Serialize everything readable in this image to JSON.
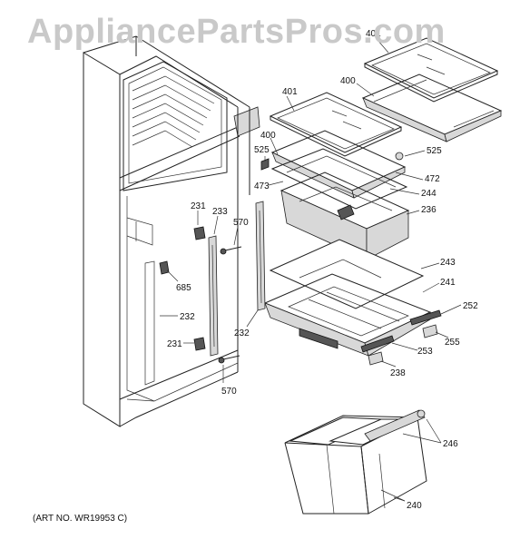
{
  "watermark": "AppliancePartsPros.com",
  "art_number": "(ART NO. WR19953  C)",
  "callouts": [
    {
      "id": "401-top",
      "label": "401"
    },
    {
      "id": "400-top",
      "label": "400"
    },
    {
      "id": "401-mid",
      "label": "401"
    },
    {
      "id": "400-mid",
      "label": "400"
    },
    {
      "id": "525-left",
      "label": "525"
    },
    {
      "id": "525-right",
      "label": "525"
    },
    {
      "id": "472",
      "label": "472"
    },
    {
      "id": "473",
      "label": "473"
    },
    {
      "id": "244",
      "label": "244"
    },
    {
      "id": "236",
      "label": "236"
    },
    {
      "id": "231-top",
      "label": "231"
    },
    {
      "id": "233",
      "label": "233"
    },
    {
      "id": "570-top",
      "label": "570"
    },
    {
      "id": "685",
      "label": "685"
    },
    {
      "id": "232-left",
      "label": "232"
    },
    {
      "id": "232-mid",
      "label": "232"
    },
    {
      "id": "231-bottom",
      "label": "231"
    },
    {
      "id": "570-bottom",
      "label": "570"
    },
    {
      "id": "243",
      "label": "243"
    },
    {
      "id": "241",
      "label": "241"
    },
    {
      "id": "252",
      "label": "252"
    },
    {
      "id": "255",
      "label": "255"
    },
    {
      "id": "253",
      "label": "253"
    },
    {
      "id": "238",
      "label": "238"
    },
    {
      "id": "246",
      "label": "246"
    },
    {
      "id": "240",
      "label": "240"
    }
  ]
}
